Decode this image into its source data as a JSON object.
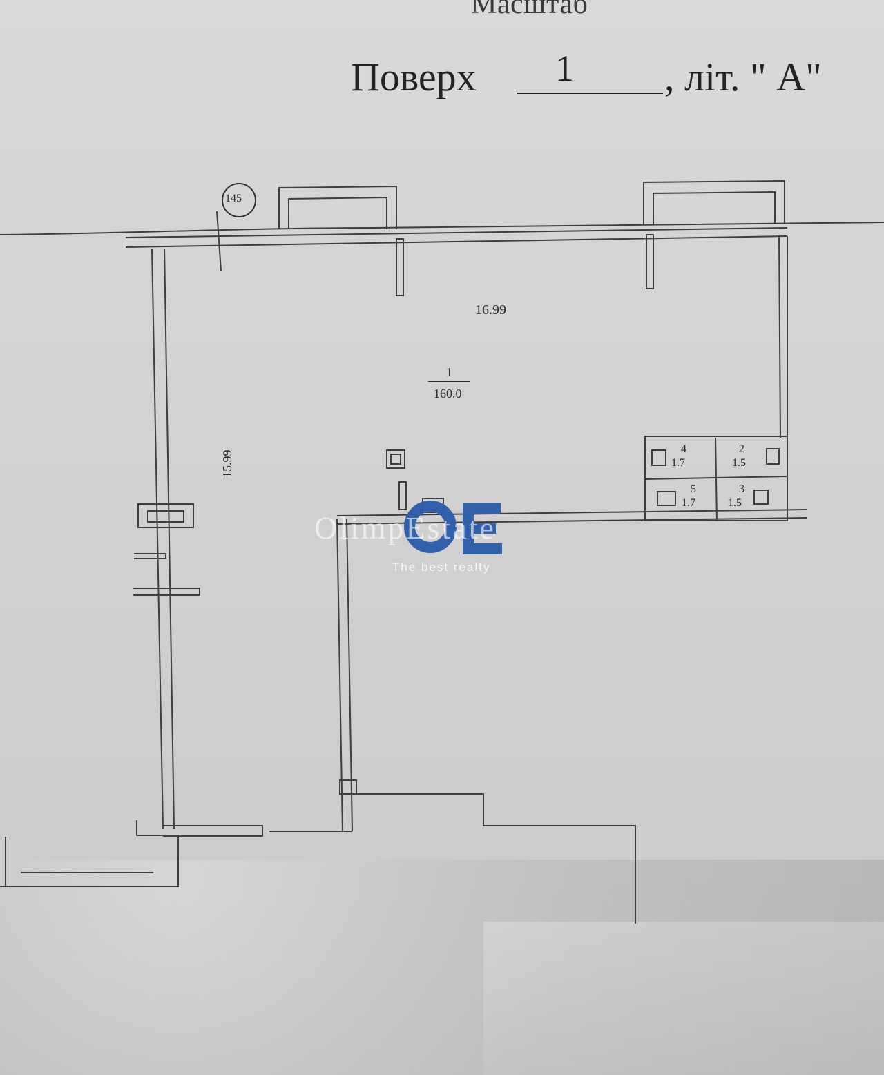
{
  "document": {
    "header_partial": "Масштаб",
    "floor_label": "Поверх",
    "floor_number": "1",
    "floor_suffix": ", літ. \"  А\""
  },
  "plan": {
    "circle_marker": "145",
    "top_dimension": "16.99",
    "side_dimension": "15.99",
    "main_room_number": "1",
    "main_room_area": "160.0",
    "rooms": [
      {
        "number": "4",
        "area": "1.7"
      },
      {
        "number": "2",
        "area": "1.5"
      },
      {
        "number": "5",
        "area": "1.7"
      },
      {
        "number": "3",
        "area": "1.5"
      }
    ]
  },
  "watermark": {
    "brand": "OlimpEstate",
    "tagline": "The best realty",
    "brand_color": "#2f5fab"
  }
}
